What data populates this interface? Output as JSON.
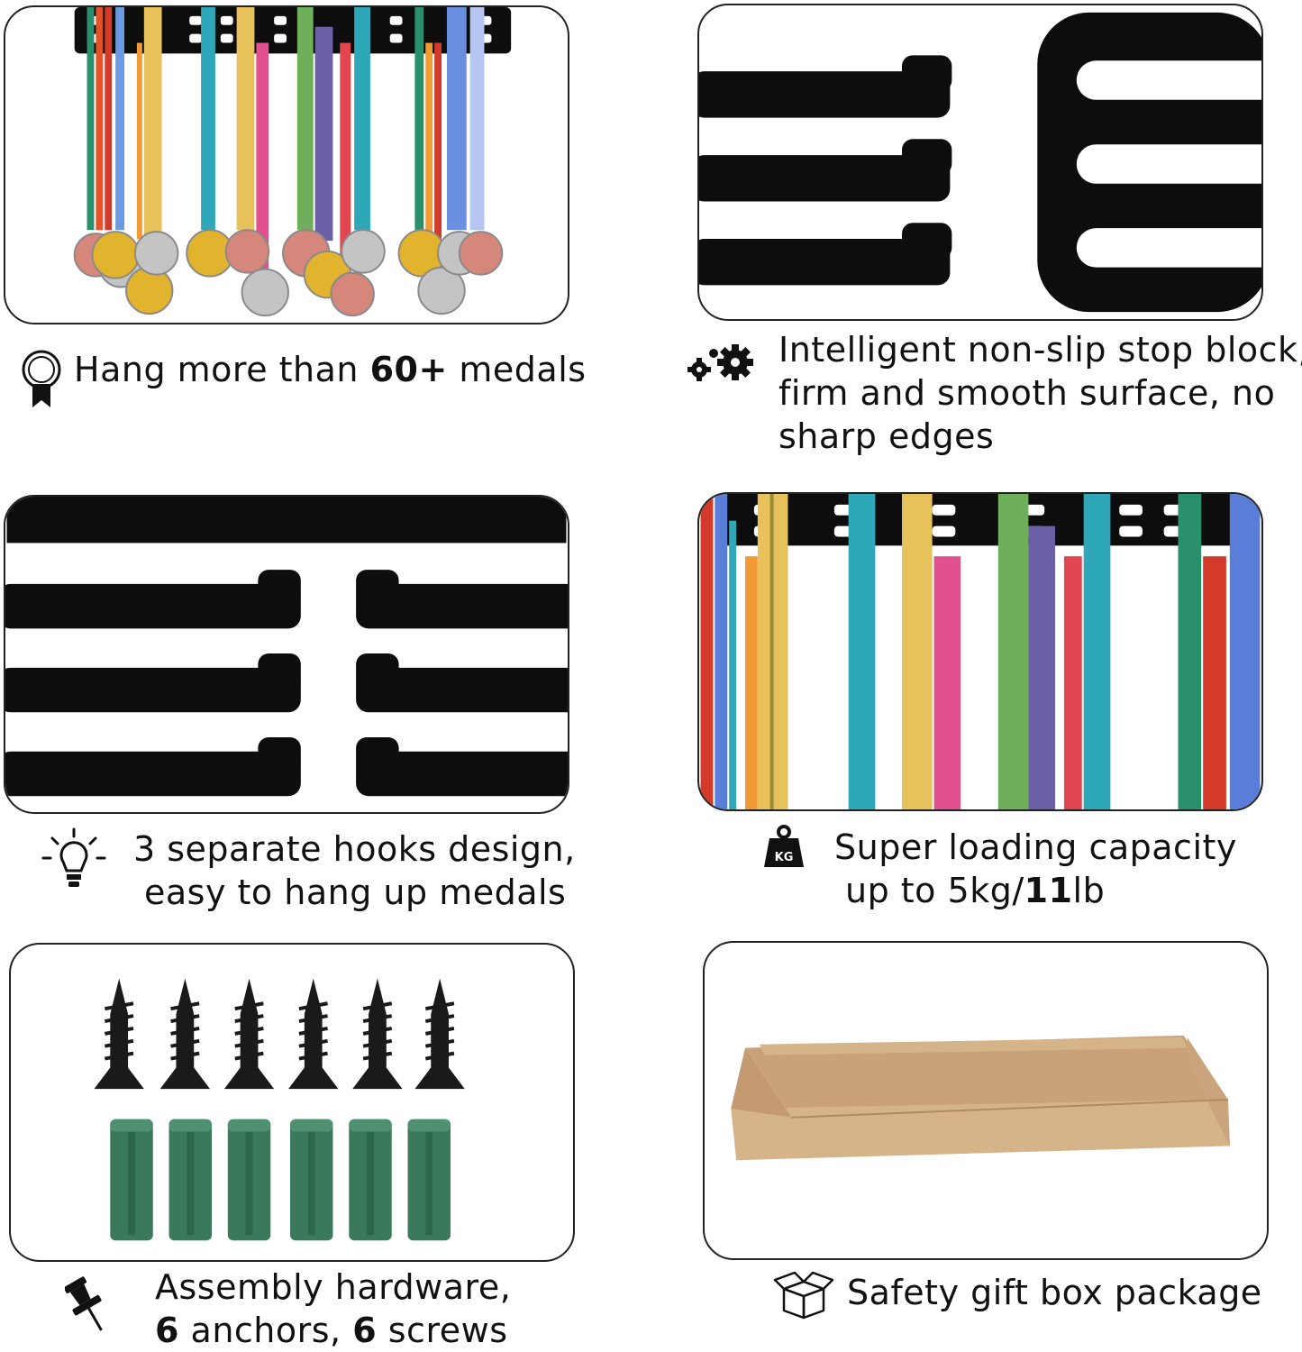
{
  "captions": {
    "medals": {
      "pre": "Hang more than ",
      "bold": "60+",
      "post": " medals"
    },
    "stop_block": {
      "line1": "Intelligent non-slip stop block,",
      "line2": "firm and smooth surface, no",
      "line3": "sharp edges"
    },
    "hooks": {
      "line1": "3 separate hooks design,",
      "line2": "easy to hang up medals"
    },
    "capacity": {
      "line1": "Super loading capacity",
      "line2_pre": "up to 5kg/",
      "line2_bold": "11",
      "line2_post": "lb"
    },
    "hardware": {
      "line1": "Assembly hardware,",
      "count_anchors": "6",
      "anchors_text": " anchors, ",
      "count_screws": "6",
      "screws_text": " screws"
    },
    "box": {
      "text": "Safety gift box package"
    }
  },
  "icons": {
    "medals": "ribbon-award-icon",
    "stop_block": "gears-icon",
    "hooks": "lightbulb-icon",
    "capacity": "kg-weight-icon",
    "weight_label": "KG",
    "hardware": "pushpin-icon",
    "box": "open-box-icon"
  },
  "colors": {
    "outline": "#222222",
    "rack": "#0d0d0d",
    "anchor": "#3a7a5a",
    "box": "#d6b48a",
    "gold": "#e2b32c",
    "silver": "#c4c4c4",
    "bronze": "#d4877a"
  }
}
